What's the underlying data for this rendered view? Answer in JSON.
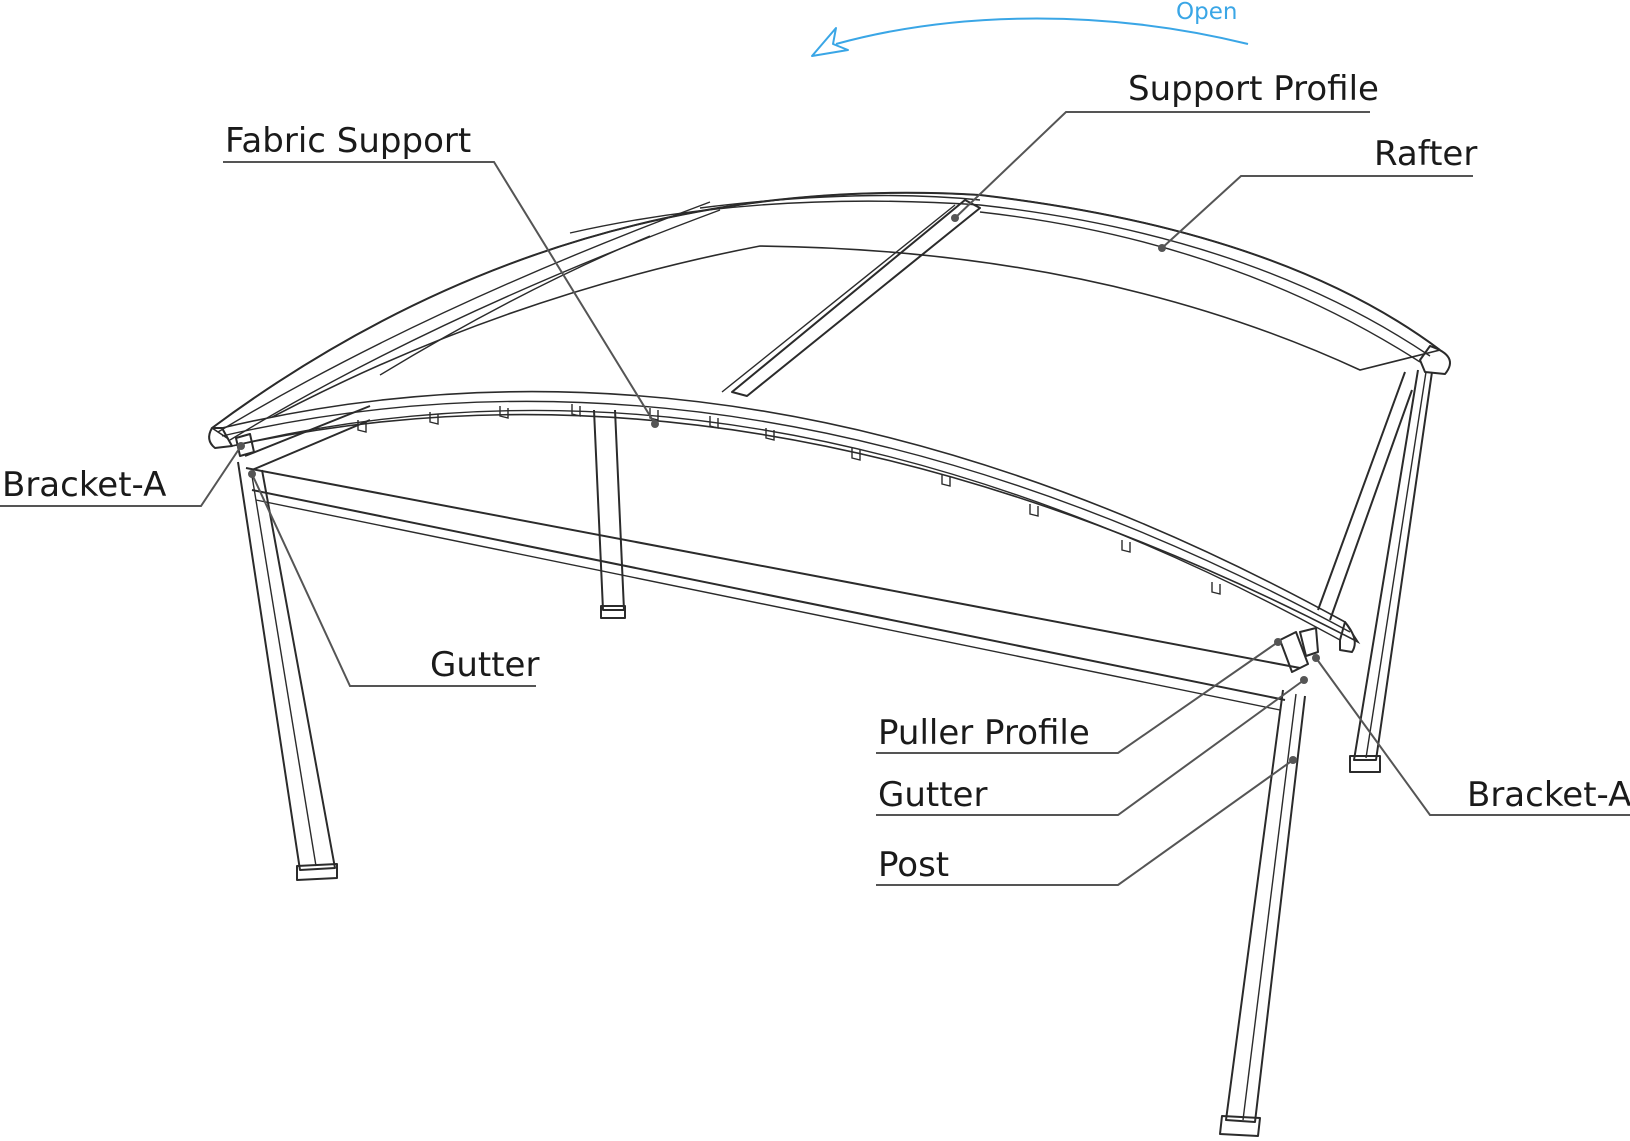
{
  "labels": {
    "open": "Open",
    "support_profile": "Support Profile",
    "fabric_support": "Fabric Support",
    "rafter": "Rafter",
    "bracket_a_left": "Bracket-A",
    "gutter_left": "Gutter",
    "puller_profile": "Puller Profile",
    "gutter_right": "Gutter",
    "post": "Post",
    "bracket_a_right": "Bracket-A"
  },
  "colors": {
    "label_text": "#1a1a1a",
    "leader_line": "#555555",
    "open_arrow": "#3aa6e6",
    "structure_line": "#2b2b2b"
  },
  "icons": {
    "open_arrow": "curved-arrow-left-icon"
  }
}
